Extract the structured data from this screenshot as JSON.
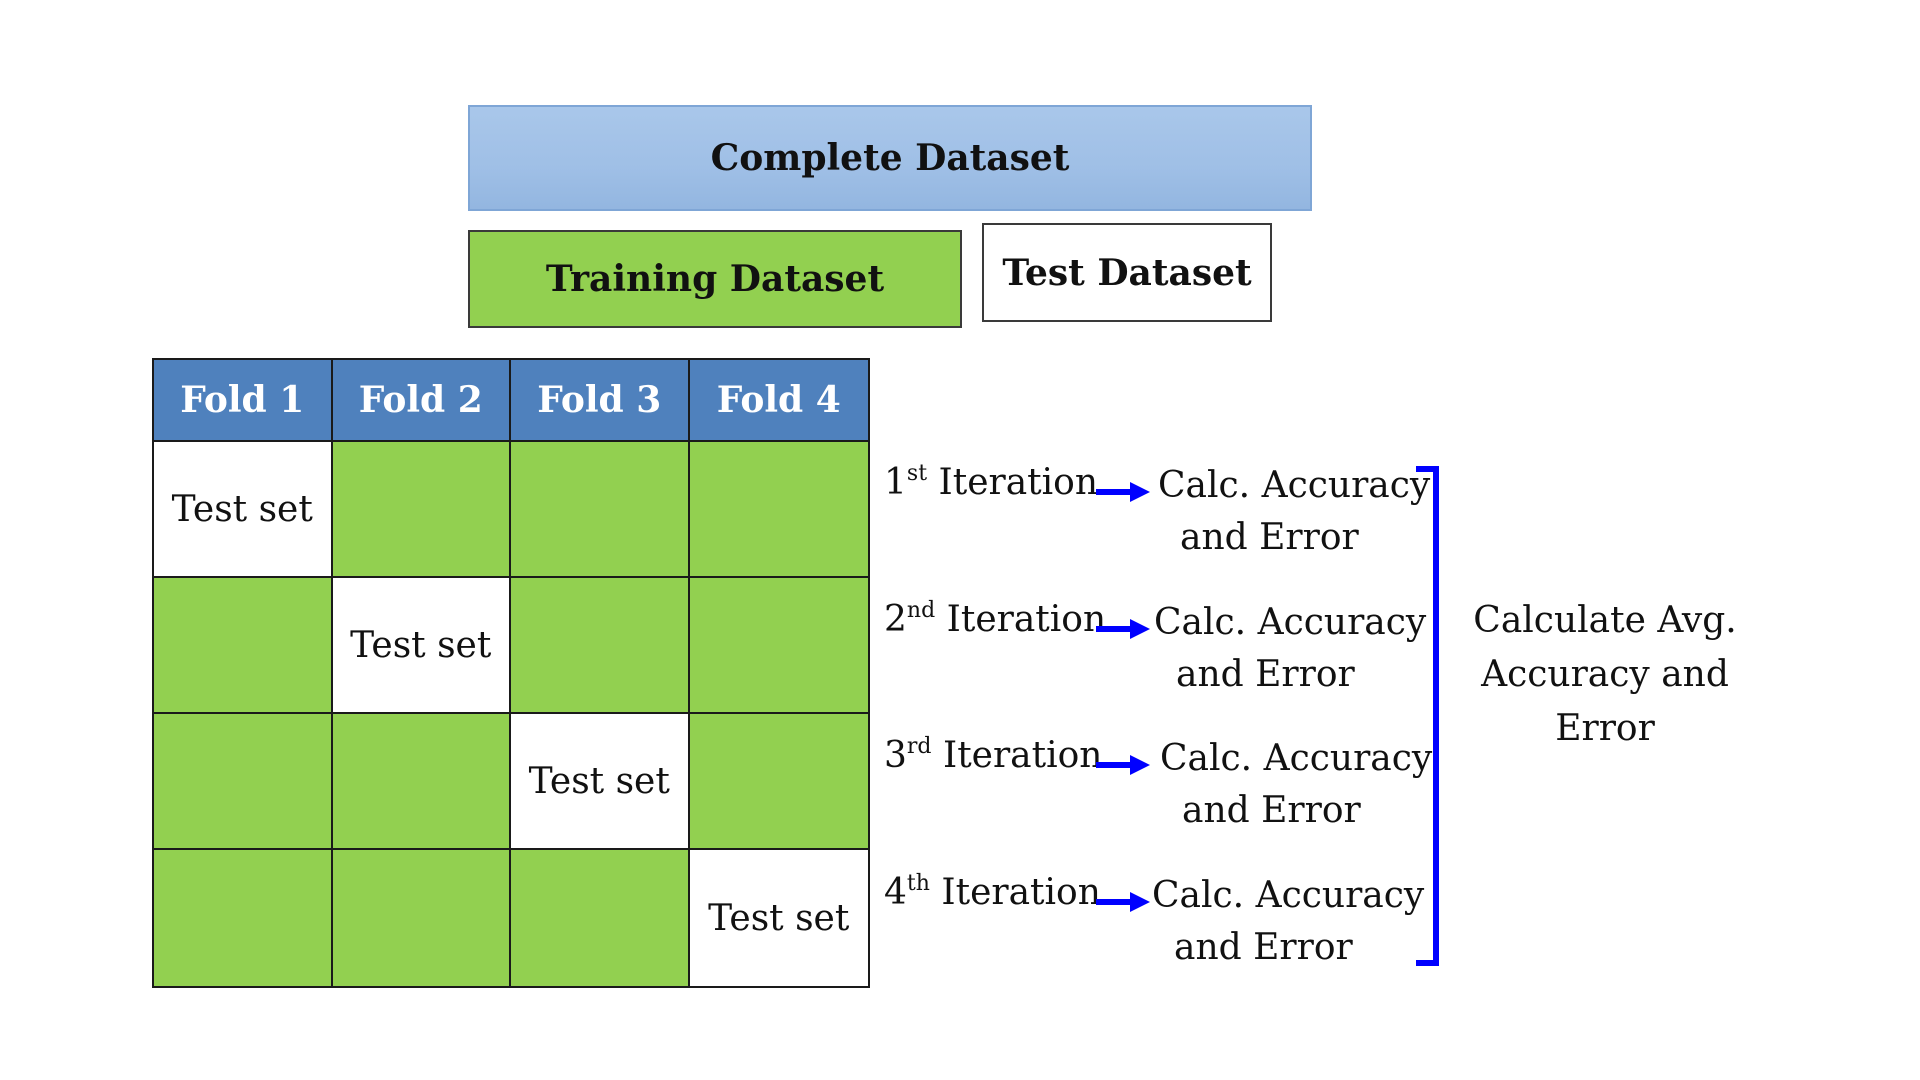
{
  "top": {
    "complete_dataset": "Complete Dataset",
    "training_dataset": "Training Dataset",
    "test_dataset": "Test Dataset"
  },
  "colors": {
    "complete_fill": "#9fbfe6",
    "training_fill": "#92d050",
    "fold_header_fill": "#4f81bd",
    "arrow": "#0000ff"
  },
  "folds": {
    "headers": [
      "Fold 1",
      "Fold 2",
      "Fold 3",
      "Fold 4"
    ],
    "test_label": "Test set"
  },
  "iterations": [
    {
      "num": "1",
      "suffix": "st",
      "word": "Iteration",
      "calc_line1": "Calc. Accuracy",
      "calc_line2": "and Error"
    },
    {
      "num": "2",
      "suffix": "nd",
      "word": "Iteration",
      "calc_line1": "Calc. Accuracy",
      "calc_line2": "and Error"
    },
    {
      "num": "3",
      "suffix": "rd",
      "word": "Iteration",
      "calc_line1": "Calc. Accuracy",
      "calc_line2": "and Error"
    },
    {
      "num": "4",
      "suffix": "th",
      "word": "Iteration",
      "calc_line1": "Calc. Accuracy",
      "calc_line2": "and Error"
    }
  ],
  "summary": {
    "line1": "Calculate Avg.",
    "line2": "Accuracy and Error"
  }
}
